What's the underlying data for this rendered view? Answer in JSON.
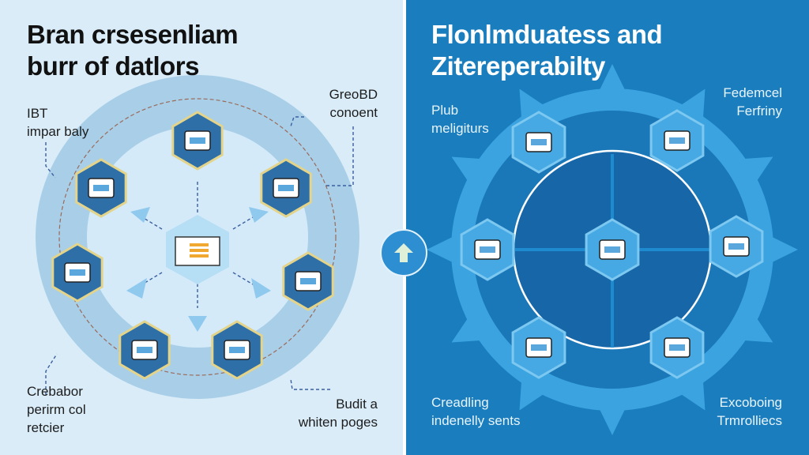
{
  "left_panel": {
    "title_line1": "Bran crsesenliam",
    "title_line2": "burr of datlors",
    "labels": [
      {
        "id": "top-left",
        "text_line1": "IBT",
        "text_line2": "impar baly"
      },
      {
        "id": "top-right",
        "text_line1": "GreoBD",
        "text_line2": "conoent"
      },
      {
        "id": "bottom-left",
        "text_line1": "Crebabor",
        "text_line2": "perirm col",
        "text_line3": "retcier"
      },
      {
        "id": "bottom-right",
        "text_line1": "Budit a",
        "text_line2": "whiten poges"
      }
    ],
    "nodes": [
      "cloud-database-icon",
      "server-rack-icon",
      "monitor-icon",
      "document-shield-icon",
      "building-network-icon",
      "gear-sync-icon",
      "storage-device-icon"
    ],
    "center_node": "network-card-icon",
    "colors": {
      "background": "#d9ecf8",
      "ring": "#a9cfe8",
      "hex": "#2f6fa8",
      "hex_border": "#e4d48a",
      "arrow": "#8fc9ee"
    }
  },
  "right_panel": {
    "title_line1": "Flonlmduatess and",
    "title_line2": "Zitereperabilty",
    "labels": [
      {
        "id": "top-left",
        "text_line1": "Plub",
        "text_line2": "meligiturs"
      },
      {
        "id": "top-right",
        "text_line1": "Fedemcel",
        "text_line2": "Ferfriny"
      },
      {
        "id": "bottom-left",
        "text_line1": "Creadling",
        "text_line2": "indenelly sents"
      },
      {
        "id": "bottom-right",
        "text_line1": "Excoboing",
        "text_line2": "Trmrolliecs"
      }
    ],
    "nodes": [
      "cloud-upload-icon",
      "document-badge-icon",
      "equipment-cart-icon",
      "chart-laptop-icon",
      "dashboard-icon",
      "windmill-icon"
    ],
    "center_node": "cloud-tower-icon",
    "colors": {
      "background": "#1a7dbd",
      "ring": "#3aa3e0",
      "hex": "#46a9e4",
      "inner_circle": "#ffffff"
    }
  },
  "center_badge": {
    "icon": "upload-arrow-icon",
    "color": "#2d8fd2"
  }
}
